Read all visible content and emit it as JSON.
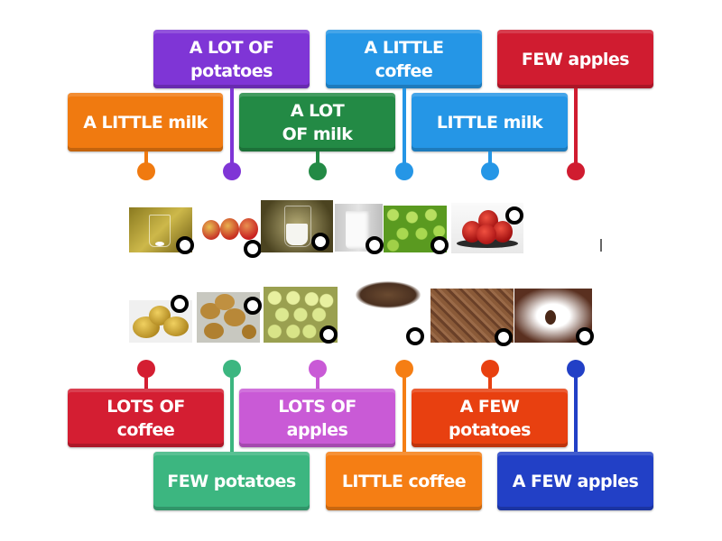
{
  "top_labels": [
    {
      "text": "A LITTLE milk",
      "color": "#f07a10"
    },
    {
      "text": "A LOT OF\npotatoes",
      "color": "#7f35d6"
    },
    {
      "text": "A LOT\nOF milk",
      "color": "#238a45"
    },
    {
      "text": "A LITTLE\ncoffee",
      "color": "#2596e6"
    },
    {
      "text": "LITTLE milk",
      "color": "#2596e6"
    },
    {
      "text": "FEW apples",
      "color": "#d01c30"
    }
  ],
  "bottom_labels": [
    {
      "text": "LOTS OF\ncoffee",
      "color": "#d41e32"
    },
    {
      "text": "FEW potatoes",
      "color": "#3cb680"
    },
    {
      "text": "LOTS OF\napples",
      "color": "#c95ad6"
    },
    {
      "text": "LITTLE coffee",
      "color": "#f57e14"
    },
    {
      "text": "A FEW\npotatoes",
      "color": "#e84010"
    },
    {
      "text": "A FEW apples",
      "color": "#2240c6"
    }
  ],
  "images_top": [
    "glass-little-milk",
    "three-apples",
    "glass-a-lot-of-milk",
    "glass-full-milk",
    "many-green-apples",
    "plate-of-apples"
  ],
  "images_bottom": [
    "few-potatoes",
    "a-few-potatoes",
    "many-potatoes",
    "little-coffee-beans",
    "lots-of-coffee-beans",
    "few-coffee-beans"
  ]
}
